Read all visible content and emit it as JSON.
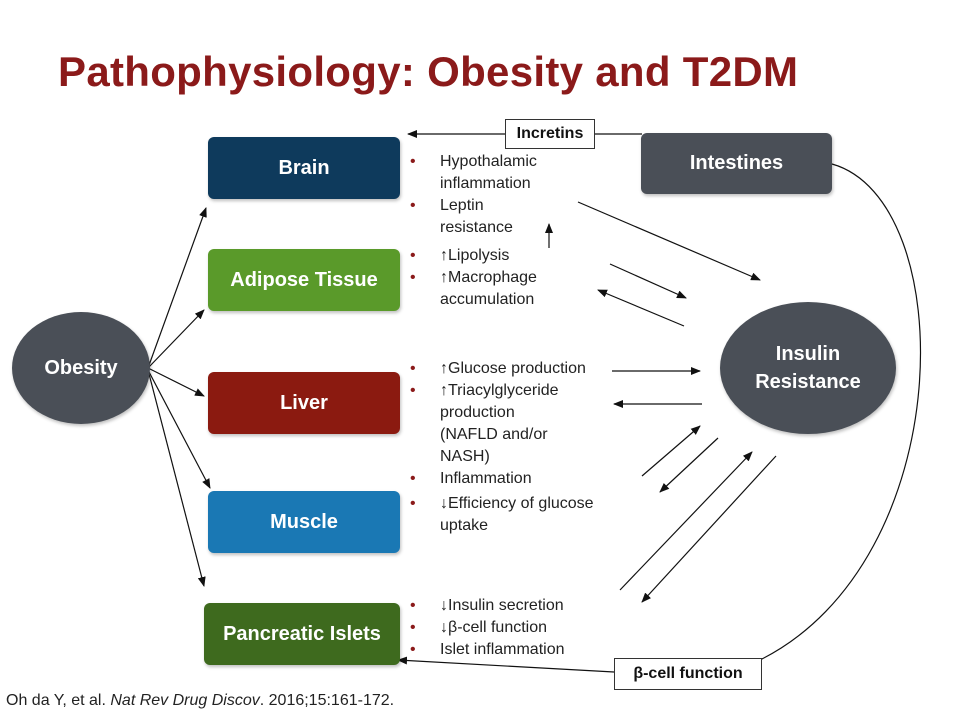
{
  "title": "Pathophysiology: Obesity and T2DM",
  "nodes": {
    "obesity": "Obesity",
    "brain": "Brain",
    "adipose": "Adipose Tissue",
    "liver": "Liver",
    "muscle": "Muscle",
    "pancreatic": "Pancreatic Islets",
    "intestines": "Intestines",
    "insulin_line1": "Insulin",
    "insulin_line2": "Resistance"
  },
  "labels": {
    "incretins": "Incretins",
    "beta_cell_function": "β-cell function"
  },
  "effects": {
    "brain": [
      "Hypothalamic inflammation",
      "Leptin resistance"
    ],
    "adipose": [
      "↑Lipolysis",
      "↑Macrophage accumulation"
    ],
    "liver": [
      "↑Glucose production",
      "↑Triacylglyceride production (NAFLD and/or NASH)",
      "Inflammation"
    ],
    "muscle": [
      "↓Efficiency of glucose uptake"
    ],
    "pancreatic": [
      "↓Insulin secretion",
      "↓β-cell function",
      "Islet inflammation"
    ]
  },
  "citation": {
    "authors": "Oh da Y, et al. ",
    "journal": "Nat Rev Drug Discov",
    "details": ". 2016;15:161-172."
  },
  "colors": {
    "title": "#8b1a1a",
    "brain": "#0e3a5c",
    "adipose": "#5a9a2a",
    "liver": "#8b1a10",
    "muscle": "#1a78b4",
    "pancreatic": "#3e6a1e",
    "intestines": "#4a4f57",
    "oval": "#4a4f57",
    "bullet": "#8b1a1a"
  }
}
